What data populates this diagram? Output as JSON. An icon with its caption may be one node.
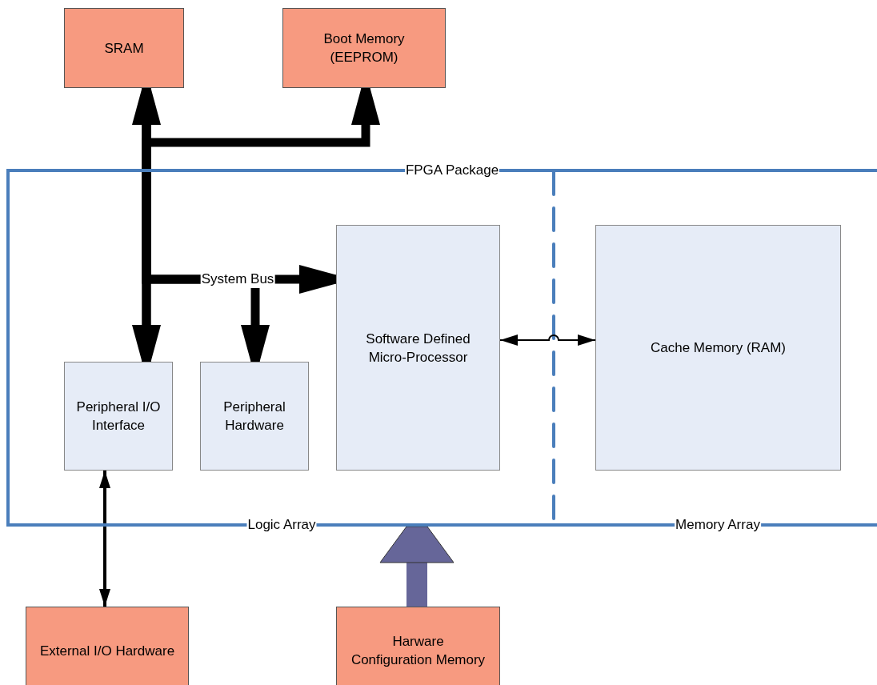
{
  "diagram": {
    "nodes": [
      {
        "text": [
          "SRAM"
        ]
      },
      {
        "text": [
          "Boot Memory (EEPROM)"
        ]
      },
      {
        "text": [
          "FPGA Package"
        ]
      },
      {
        "text": [
          "Software Defined Micro-Processor"
        ],
        "in": 2
      },
      {
        "text": [
          "Cache Memory (RAM)"
        ],
        "in": 2
      },
      {
        "text": [
          "Peripheral I/O Interface"
        ],
        "in": 2
      },
      {
        "text": [
          "Peripheral Hardware"
        ],
        "in": 2
      },
      {
        "text": [
          "External I/O Hardware"
        ]
      },
      {
        "text": [
          "Harware Configuration Memory"
        ]
      }
    ],
    "edges": [
      {
        "from": 0,
        "to": 5,
        "arrow": "both"
      },
      {
        "from": 5,
        "to": 1,
        "arrow": "to"
      },
      {
        "from": 0,
        "to": 3,
        "arrow": "to",
        "label": "System Bus"
      },
      {
        "from": 0,
        "to": 6,
        "arrow": "to"
      },
      {
        "from": 3,
        "to": 4,
        "arrow": "both"
      },
      {
        "from": 5,
        "to": 7,
        "arrow": "both"
      },
      {
        "from": 8,
        "to": 2,
        "arrow": "to",
        "style": "thick",
        "color": "#666699"
      }
    ],
    "labels": [
      "Logic Array",
      "Memory Array"
    ]
  }
}
